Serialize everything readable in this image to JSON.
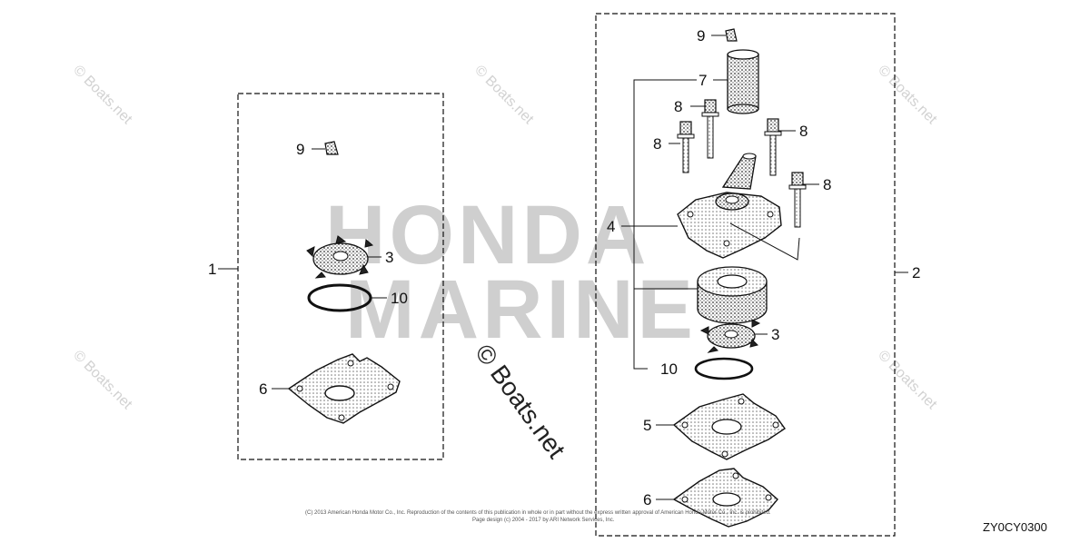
{
  "callouts": {
    "left_group": "1",
    "right_group": "2",
    "l_collar": "9",
    "l_impeller": "3",
    "l_oring": "10",
    "l_plate": "6",
    "r_collar": "9",
    "r_tube": "7",
    "r_bolt_top": "8",
    "r_bolt_left": "8",
    "r_bolt_right": "8",
    "r_bolt_far": "8",
    "r_housing": "4",
    "r_impeller": "3",
    "r_oring": "10",
    "r_gasket": "5",
    "r_plate": "6"
  },
  "watermark": {
    "brand_line1": "HONDA",
    "brand_line2": "MARINE",
    "center": "© Boats.net",
    "tile": "© Boats.net"
  },
  "diagram_code": "ZY0CY0300",
  "copyright": {
    "line1": "(C) 2013 American Honda Motor Co., Inc. Reproduction of the contents of this publication in whole or in part without the express written approval of American Honda Motor Co., Inc. is prohibited.",
    "line2": "Page design (c) 2004 - 2017 by ARI Network Services, Inc."
  }
}
